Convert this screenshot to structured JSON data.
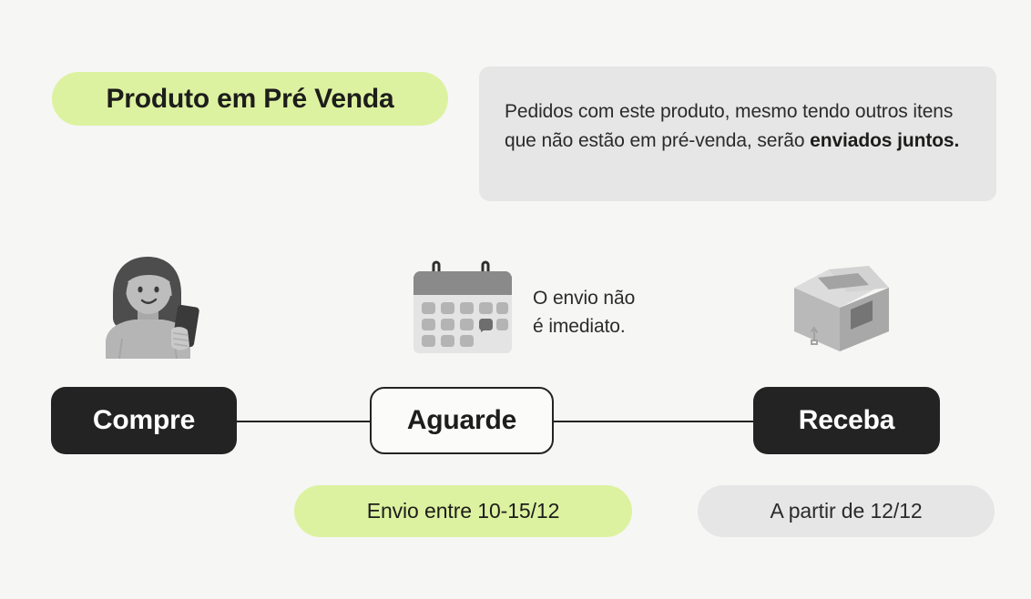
{
  "theme": {
    "page_background": "#f6f6f5",
    "accent_green": "#ddf2a0",
    "neutral_gray": "#e6e6e6",
    "dark": "#232323",
    "text": "#1d1d1b"
  },
  "presale_badge": {
    "label": "Produto em Pré Venda"
  },
  "info_box": {
    "text_part_1": "Pedidos com este produto, mesmo tendo outros itens que não estão em pré-venda, serão ",
    "text_bold": "enviados juntos."
  },
  "illustrations": [
    {
      "name": "woman-with-phone",
      "alt": "Pessoa segurando um celular"
    },
    {
      "name": "calendar",
      "alt": "Calendário com data destacada"
    },
    {
      "name": "shipping-box",
      "alt": "Caixa de papelão de envio"
    }
  ],
  "calendar_note": {
    "line_1": "O envio não",
    "line_2": "é imediato."
  },
  "flow": {
    "steps": [
      {
        "label": "Compre",
        "style": "filled"
      },
      {
        "label": "Aguarde",
        "style": "outlined"
      },
      {
        "label": "Receba",
        "style": "filled"
      }
    ]
  },
  "chips": [
    {
      "label": "Envio entre 10-15/12",
      "color": "#ddf2a0"
    },
    {
      "label": "A partir de 12/12",
      "color": "#e6e6e6"
    }
  ]
}
